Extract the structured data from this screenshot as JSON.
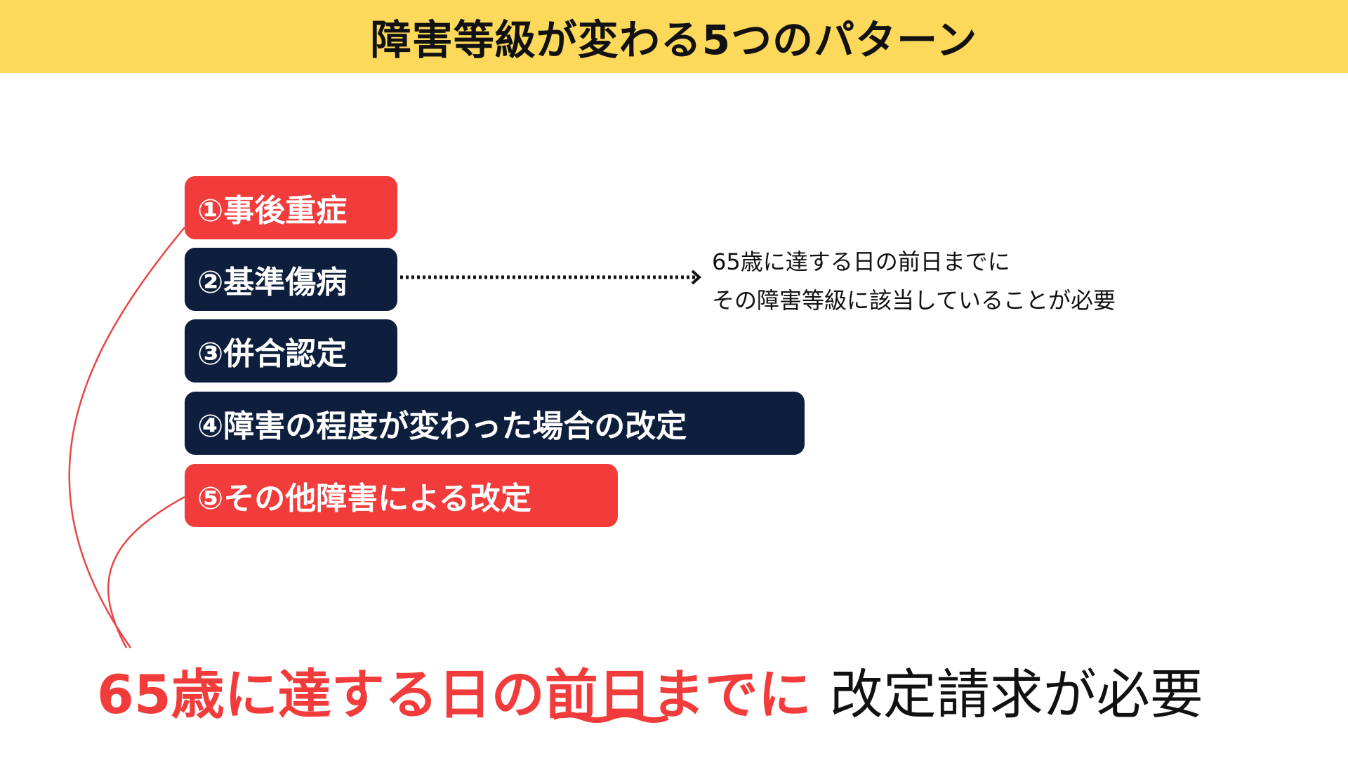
{
  "title": "障害等級が変わる5つのパターン",
  "patterns": [
    {
      "label": "①事後重症",
      "color": "#f23b3b"
    },
    {
      "label": "②基準傷病",
      "color": "#0e1f3d"
    },
    {
      "label": "③併合認定",
      "color": "#0e1f3d"
    },
    {
      "label": "④障害の程度が変わった場合の改定",
      "color": "#0e1f3d"
    },
    {
      "label": "⑤その他障害による改定",
      "color": "#f23b3b"
    }
  ],
  "note": {
    "line1": "65歳に達する日の前日までに",
    "line2": "その障害等級に該当していることが必要"
  },
  "conclusion": {
    "red_part": "65歳に達する日の前日までに",
    "black_part": "改定請求が必要"
  },
  "colors": {
    "header": "#fcd95a",
    "red": "#f23b3b",
    "navy": "#0e1f3d"
  }
}
